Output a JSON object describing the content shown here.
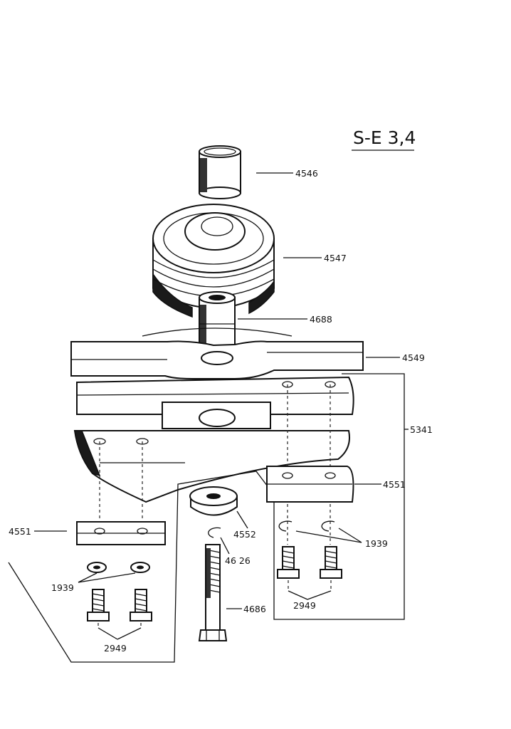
{
  "title": "S-E 3,4",
  "parts": [
    {
      "id": "4546"
    },
    {
      "id": "4547"
    },
    {
      "id": "4688"
    },
    {
      "id": "4549"
    },
    {
      "id": "5341"
    },
    {
      "id": "4551"
    },
    {
      "id": "4551"
    },
    {
      "id": "4552"
    },
    {
      "id": "4626",
      "shown": "46 26"
    },
    {
      "id": "1939"
    },
    {
      "id": "1939"
    },
    {
      "id": "4686"
    },
    {
      "id": "2949"
    },
    {
      "id": "2949"
    }
  ],
  "labels": {
    "p4546": "4546",
    "p4547": "4547",
    "p4688": "4688",
    "p4549": "4549",
    "p5341": "5341",
    "p4551_right": "4551",
    "p4551_left": "4551",
    "p4552": "4552",
    "p4626": "46 26",
    "p1939_right": "1939",
    "p1939_left": "1939",
    "p4686": "4686",
    "p2949_right": "2949",
    "p2949_left": "2949"
  },
  "icons": {
    "bushing": "bushing-icon",
    "pulley": "pulley-icon",
    "shaft": "shaft-icon",
    "blade": "blade-icon",
    "washer": "washer-icon",
    "circlip": "circlip-icon",
    "bolt": "bolt-icon",
    "screw": "screw-icon"
  }
}
